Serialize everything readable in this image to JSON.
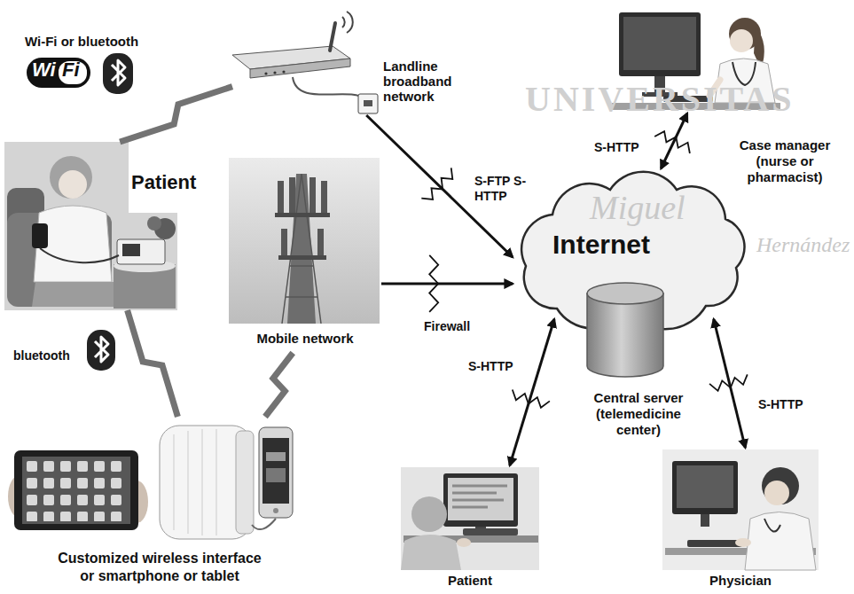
{
  "diagram": {
    "nodes": [
      {
        "text": [
          "Patient"
        ]
      },
      {
        "text": [
          "Landline broadband network"
        ]
      },
      {
        "text": [
          "Case manager (nurse or pharmacist)"
        ]
      },
      {
        "text": [
          "Mobile network"
        ]
      },
      {
        "text": [
          "Internet"
        ]
      },
      {
        "text": [
          "Central server (telemedicine center)"
        ]
      },
      {
        "text": [
          "Customized wireless interface or smartphone or tablet"
        ]
      },
      {
        "text": [
          "Patient"
        ]
      },
      {
        "text": [
          "Physician"
        ]
      }
    ],
    "edges": [
      {
        "from": 0,
        "to": 1,
        "arrow": "none",
        "label": "Wi-Fi or bluetooth"
      },
      {
        "from": 0,
        "to": 6,
        "arrow": "none",
        "label": "bluetooth"
      },
      {
        "from": 6,
        "to": 3,
        "arrow": "none"
      },
      {
        "from": 1,
        "to": 4,
        "arrow": "to",
        "label": "S-FTP S-HTTP"
      },
      {
        "from": 3,
        "to": 4,
        "arrow": "to"
      },
      {
        "from": 4,
        "to": 2,
        "arrow": "both",
        "label": "S-HTTP"
      },
      {
        "from": 4,
        "to": 7,
        "arrow": "both",
        "label": "S-HTTP"
      },
      {
        "from": 4,
        "to": 8,
        "arrow": "both",
        "label": "S-HTTP"
      }
    ],
    "labels": [
      "Wi",
      "Fi",
      "Firewall",
      "UNIVERSITAS",
      "Miguel",
      "Hernández"
    ]
  }
}
